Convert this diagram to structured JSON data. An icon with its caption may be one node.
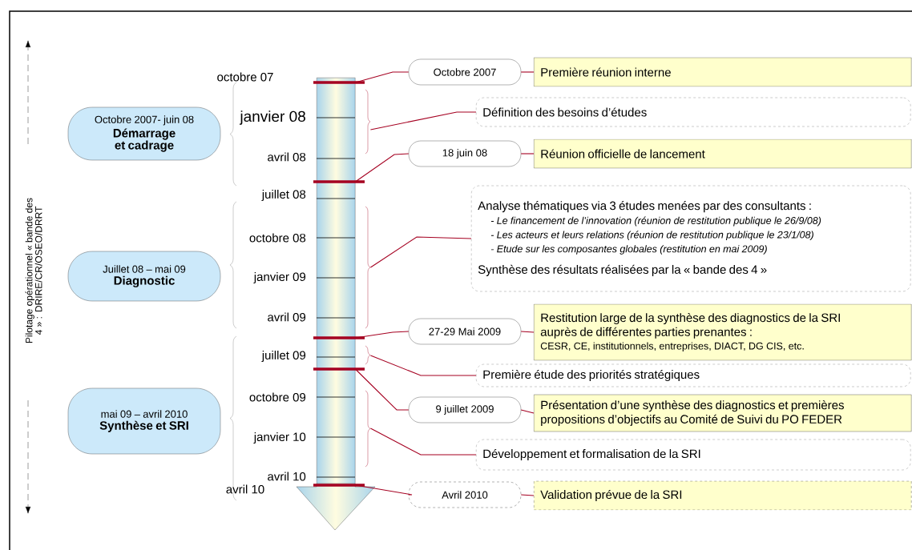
{
  "diagram": {
    "nodes": [
      {
        "text": [
          "Octobre 2007- juin 08",
          "Démarrage et cadrage"
        ]
      },
      {
        "text": [
          "Juillet 08 – mai 09",
          "Diagnostic"
        ]
      },
      {
        "text": [
          "mai 09 – avril 2010",
          "Synthèse et SRI"
        ]
      },
      {
        "text": [],
        "shape": "arrow"
      },
      {
        "text": [
          "Octobre 2007"
        ]
      },
      {
        "text": [
          "Première réunion interne"
        ]
      },
      {
        "text": [
          "Définition des besoins d’études"
        ]
      },
      {
        "text": [
          "18 juin 08"
        ]
      },
      {
        "text": [
          "Réunion officielle de lancement"
        ]
      },
      {
        "text": [
          "Analyse thématiques via 3 études menées par des consultants :",
          "- Le financement de l’innovation (réunion de restitution publique le 26/9/08)",
          "- Les acteurs et leurs relations (réunion de restitution publique le 23/1/08)",
          "- Etude sur les composantes globales (restitution en mai 2009)",
          "Synthèse des résultats réalisées par la « bande des 4 »"
        ]
      },
      {
        "text": [
          "27-29 Mai 2009"
        ]
      },
      {
        "text": [
          "Restitution large de la synthèse des diagnostics de la SRI auprès de différentes parties prenantes :",
          "CESR, CE, institutionnels, entreprises, DIACT, DG CIS, etc."
        ]
      },
      {
        "text": [
          "Première étude des priorités stratégiques"
        ]
      },
      {
        "text": [
          "9 juillet 2009"
        ]
      },
      {
        "text": [
          "Présentation d’une synthèse des diagnostics et premières propositions d’objectifs au Comité de Suivi du PO FEDER"
        ]
      },
      {
        "text": [
          "Développement et formalisation de la SRI"
        ]
      },
      {
        "text": [
          "Avril 2010"
        ]
      },
      {
        "text": [
          "Validation prévue de la SRI"
        ]
      }
    ],
    "edges": [
      {
        "from": 3,
        "to": 4,
        "arrow": "none"
      },
      {
        "from": 4,
        "to": 5,
        "arrow": "none"
      },
      {
        "from": 3,
        "to": 6,
        "arrow": "none"
      },
      {
        "from": 3,
        "to": 7,
        "arrow": "none"
      },
      {
        "from": 7,
        "to": 8,
        "arrow": "none"
      },
      {
        "from": 3,
        "to": 9,
        "arrow": "none"
      },
      {
        "from": 3,
        "to": 10,
        "arrow": "none"
      },
      {
        "from": 10,
        "to": 11,
        "arrow": "none"
      },
      {
        "from": 3,
        "to": 12,
        "arrow": "none"
      },
      {
        "from": 3,
        "to": 13,
        "arrow": "none"
      },
      {
        "from": 13,
        "to": 14,
        "arrow": "none"
      },
      {
        "from": 3,
        "to": 15,
        "arrow": "none"
      },
      {
        "from": 3,
        "to": 16,
        "arrow": "none"
      },
      {
        "from": 16,
        "to": 17,
        "arrow": "none"
      }
    ],
    "labels": [
      "Pilotage opérationnel « bande des 4 » : DRIRE/CR/OSEO/DRRT",
      "octobre 07",
      "janvier 08",
      "avril 08",
      "juillet 08",
      "octobre 08",
      "janvier 09",
      "avril 09",
      "juillet 09",
      "octobre 09",
      "janvier 10",
      "avril 10",
      "avril 10"
    ]
  }
}
